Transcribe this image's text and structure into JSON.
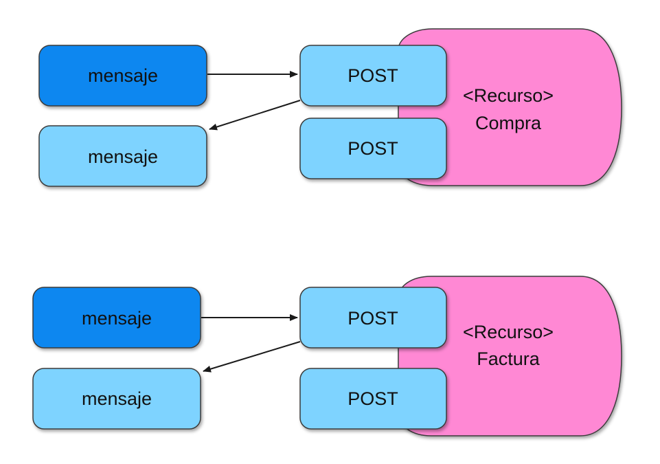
{
  "colors": {
    "message_active": "#0E87F0",
    "message_inactive": "#7ED3FF",
    "post_box": "#7ED3FF",
    "resource": "#FF88D4",
    "outline": "#3A3A3A",
    "arrow": "#1A1A1A"
  },
  "groups": [
    {
      "message_out": "mensaje",
      "message_in": "mensaje",
      "post_top": "POST",
      "post_bottom": "POST",
      "resource_type": "<Recurso>",
      "resource_name": "Compra"
    },
    {
      "message_out": "mensaje",
      "message_in": "mensaje",
      "post_top": "POST",
      "post_bottom": "POST",
      "resource_type": "<Recurso>",
      "resource_name": "Factura"
    }
  ]
}
